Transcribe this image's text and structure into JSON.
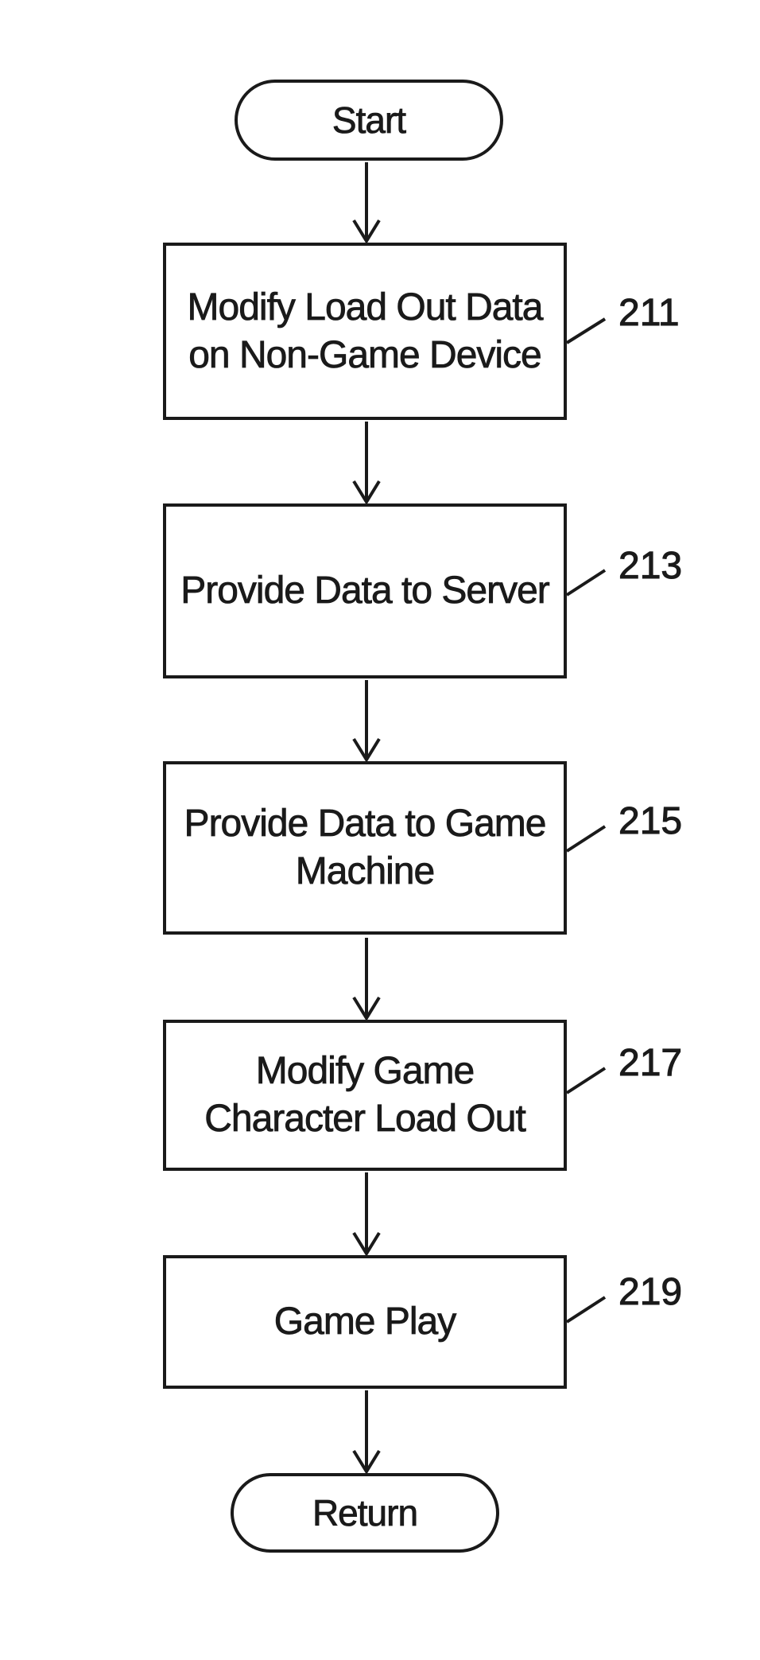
{
  "figure": {
    "type": "flowchart",
    "ink_color": "#1a1a1a",
    "background_color": "#ffffff",
    "start_label": "Start",
    "end_label": "Return",
    "steps": [
      {
        "label": "Modify Load Out Data\non Non-Game Device",
        "ref": "211"
      },
      {
        "label": "Provide Data to Server",
        "ref": "213"
      },
      {
        "label": "Provide Data to Game\nMachine",
        "ref": "215"
      },
      {
        "label": "Modify Game\nCharacter Load Out",
        "ref": "217"
      },
      {
        "label": "Game Play",
        "ref": "219"
      }
    ]
  }
}
